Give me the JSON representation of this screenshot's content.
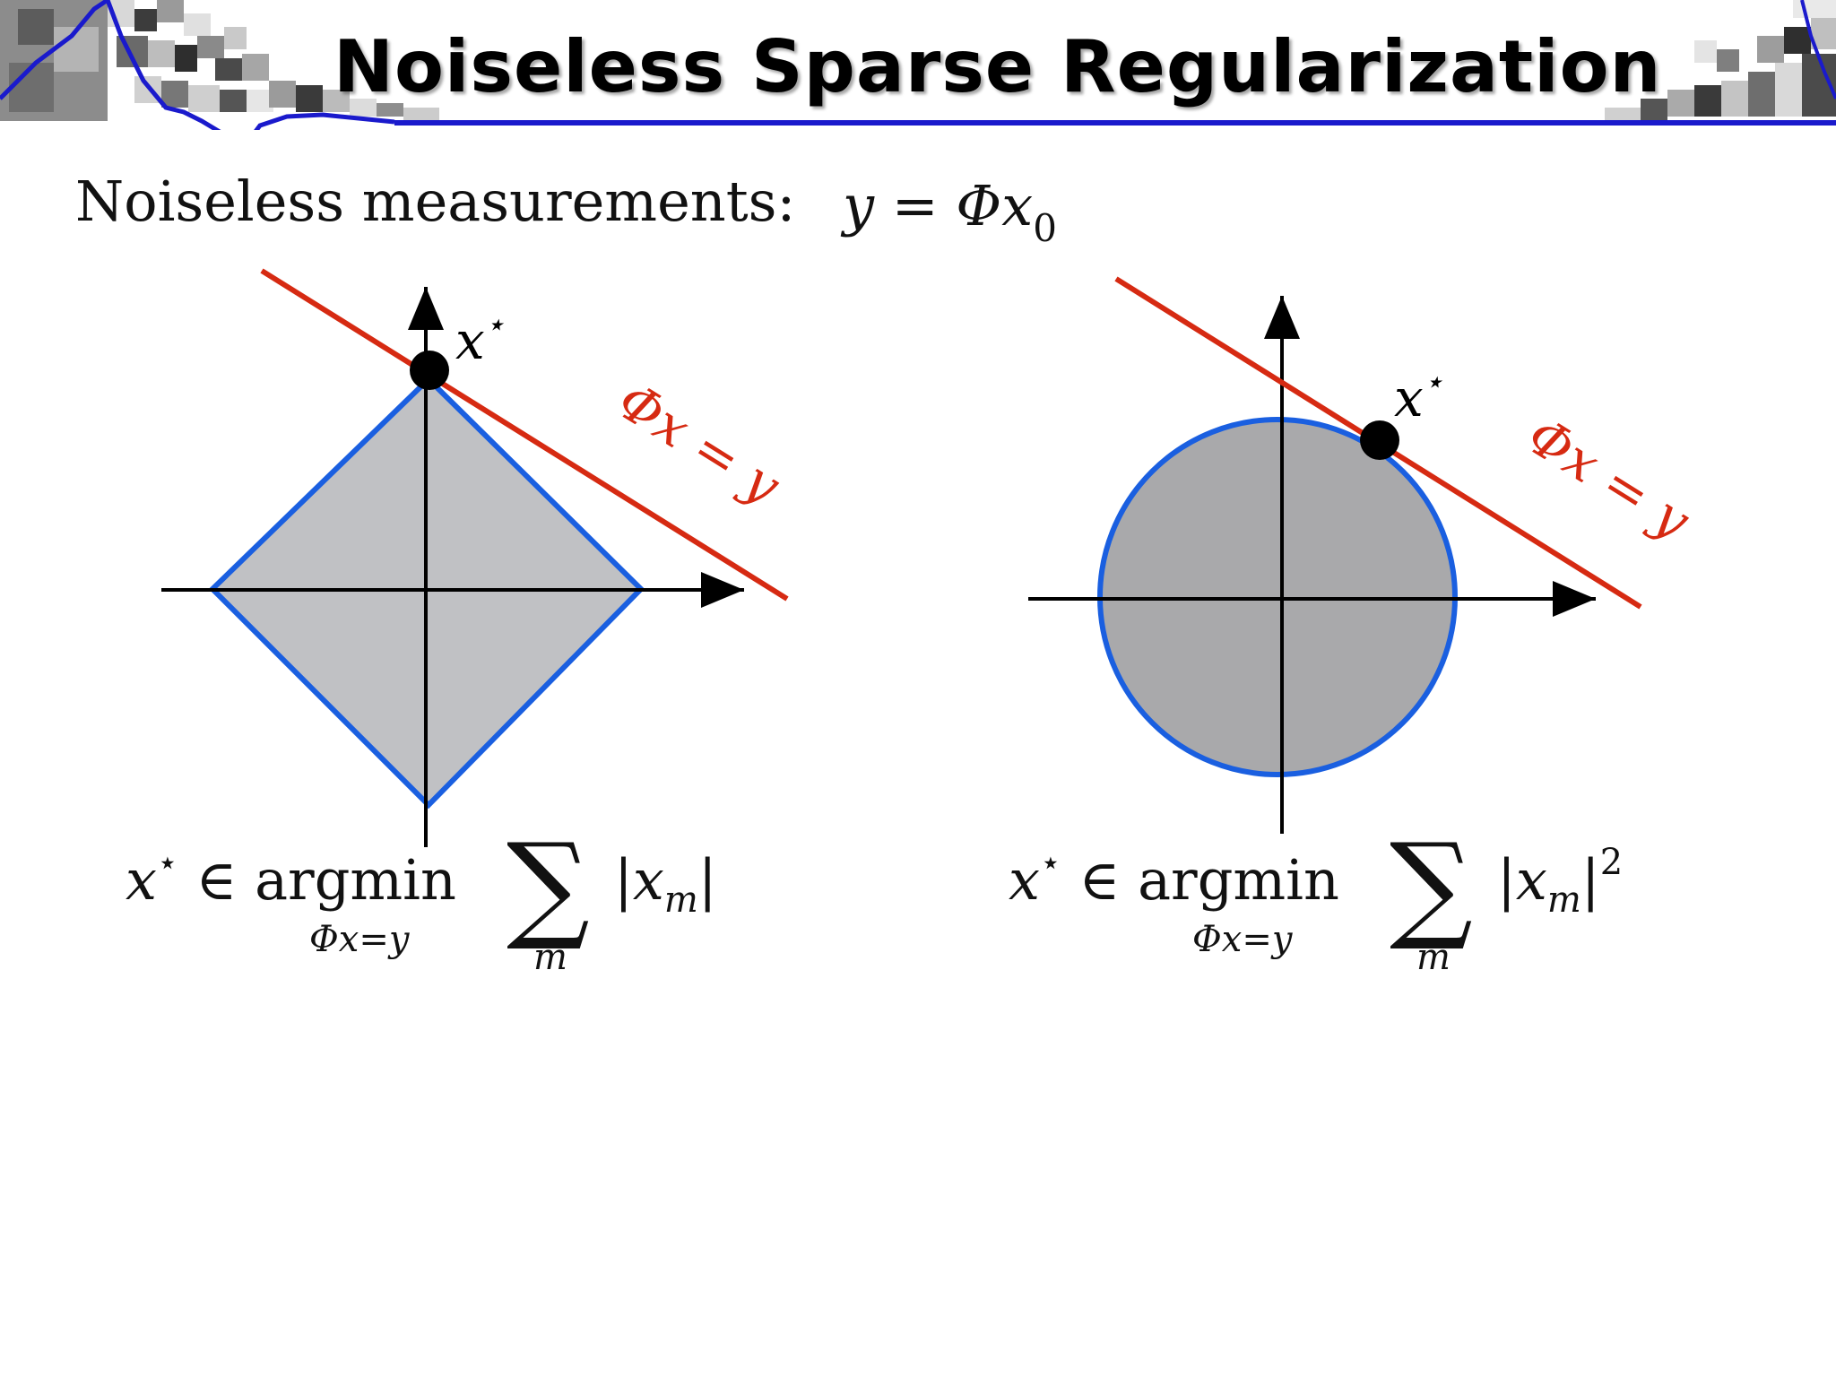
{
  "slide": {
    "title": "Noiseless Sparse Regularization",
    "measurements_label": "Noiseless measurements:",
    "measurements_eq": {
      "lhs": "y = Φx",
      "sub": "0"
    }
  },
  "diagrams": {
    "left": {
      "solution_label": "x",
      "solution_sup": "⋆",
      "constraint_label": "Φx = y",
      "shape": "l1-diamond",
      "formula": {
        "x": "x",
        "star": "⋆",
        "in": "∈ argmin",
        "under": "Φx=y",
        "sum": "∑",
        "sum_index": "m",
        "term": "|x",
        "term_sub": "m",
        "term_close": "|",
        "power": ""
      }
    },
    "right": {
      "solution_label": "x",
      "solution_sup": "⋆",
      "constraint_label": "Φx = y",
      "shape": "l2-disc",
      "formula": {
        "x": "x",
        "star": "⋆",
        "in": "∈ argmin",
        "under": "Φx=y",
        "sum": "∑",
        "sum_index": "m",
        "term": "|x",
        "term_sub": "m",
        "term_close": "|",
        "power": "2"
      }
    }
  },
  "colors": {
    "constraint_line": "#d62a12",
    "ball_outline": "#1a5fe0",
    "diamond_fill": "#c0c1c4",
    "disc_fill": "#a9a9ab",
    "header_rule": "#1a1acc"
  }
}
